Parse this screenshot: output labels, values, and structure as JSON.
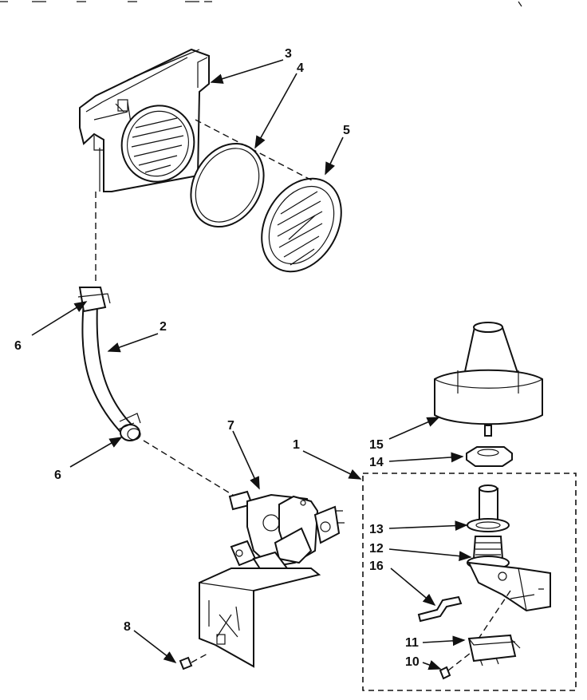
{
  "callouts": [
    {
      "id": "c3",
      "text": "3"
    },
    {
      "id": "c4",
      "text": "4"
    },
    {
      "id": "c5",
      "text": "5"
    },
    {
      "id": "c6a",
      "text": "6"
    },
    {
      "id": "c2",
      "text": "2"
    },
    {
      "id": "c6b",
      "text": "6"
    },
    {
      "id": "c7",
      "text": "7"
    },
    {
      "id": "c1",
      "text": "1"
    },
    {
      "id": "c15",
      "text": "15"
    },
    {
      "id": "c14",
      "text": "14"
    },
    {
      "id": "c13",
      "text": "13"
    },
    {
      "id": "c12",
      "text": "12"
    },
    {
      "id": "c16",
      "text": "16"
    },
    {
      "id": "c8",
      "text": "8"
    },
    {
      "id": "c11",
      "text": "11"
    },
    {
      "id": "c10",
      "text": "10"
    }
  ]
}
